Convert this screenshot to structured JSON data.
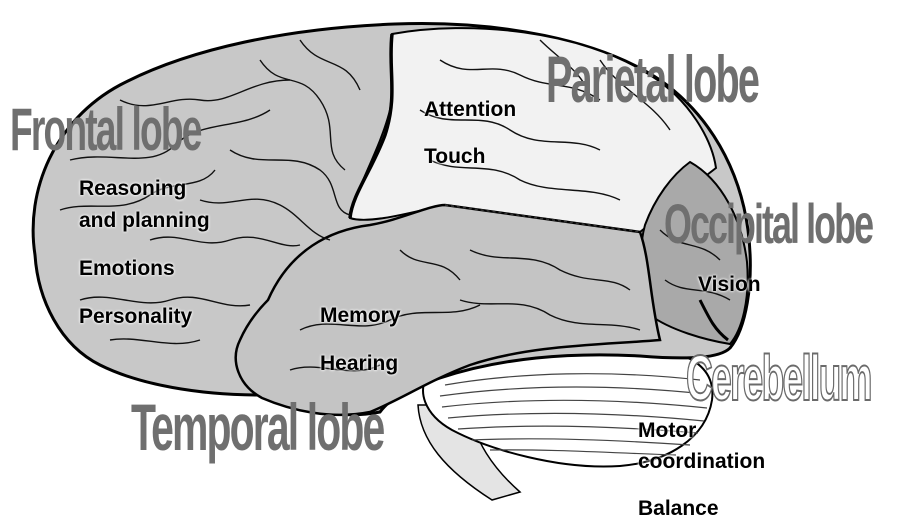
{
  "colors": {
    "cortex": "#c8c8c8",
    "parietal": "#f2f2f2",
    "occipital": "#a9a9a9",
    "cerebellum": "#ffffff",
    "lobe_title": "#6f6f6f",
    "outline": "#000000"
  },
  "lobes": {
    "frontal": {
      "title": "Frontal lobe",
      "functions": [
        "Reasoning",
        "and planning",
        "Emotions",
        "Personality"
      ]
    },
    "parietal": {
      "title": "Parietal lobe",
      "functions": [
        "Attention",
        "Touch"
      ]
    },
    "occipital": {
      "title": "Occipital lobe",
      "functions": [
        "Vision"
      ]
    },
    "temporal": {
      "title": "Temporal lobe",
      "functions": [
        "Memory",
        "Hearing"
      ]
    },
    "cerebellum": {
      "title": "Cerebellum",
      "functions": [
        "Motor",
        "coordination",
        "Balance"
      ]
    }
  }
}
